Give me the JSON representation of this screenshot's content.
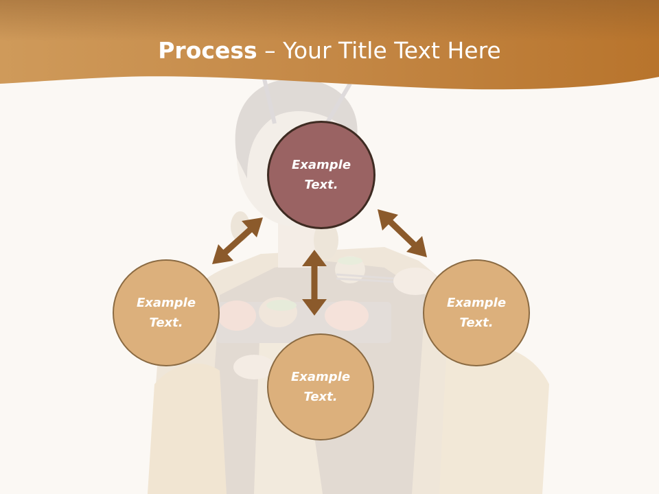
{
  "slide": {
    "title_bold": "Process",
    "title_rest": " – Your Title Text Here"
  },
  "diagram": {
    "top": {
      "line1": "Example",
      "line2": "Text."
    },
    "left": {
      "line1": "Example",
      "line2": "Text."
    },
    "right": {
      "line1": "Example",
      "line2": "Text."
    },
    "bottom": {
      "line1": "Example",
      "line2": "Text."
    }
  },
  "colors": {
    "header": "#c8873d",
    "main_circle": "#9a6363",
    "sub_circle": "#dcb07c",
    "arrow": "#8b5a2b"
  }
}
